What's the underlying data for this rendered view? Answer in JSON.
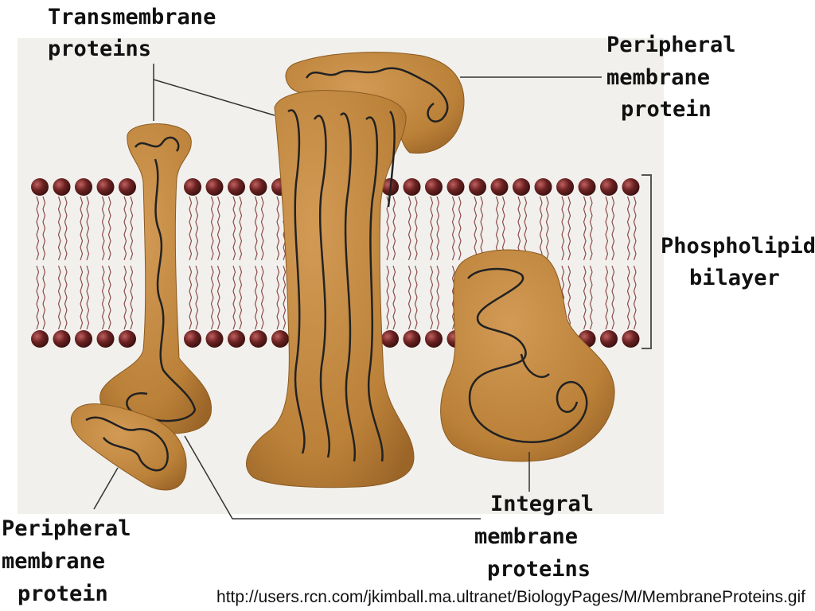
{
  "labels": {
    "transmembrane": [
      "Transmembrane",
      "proteins"
    ],
    "peripheral_top": [
      "Peripheral",
      "membrane",
      "protein"
    ],
    "bilayer": [
      "Phospholipid",
      "bilayer"
    ],
    "integral": [
      "Integral",
      "membrane",
      "proteins"
    ],
    "peripheral_bottom": [
      "Peripheral",
      "membrane",
      "protein"
    ]
  },
  "source_url": "http://users.rcn.com/jkimball.ma.ultranet/BiologyPages/M/MembraneProteins.gif",
  "colors": {
    "protein_fill": "#c0873f",
    "protein_shadow": "#9b6528",
    "lipid_head": "#6b2222",
    "backdrop": "#f2f0ec",
    "text": "#111111"
  }
}
